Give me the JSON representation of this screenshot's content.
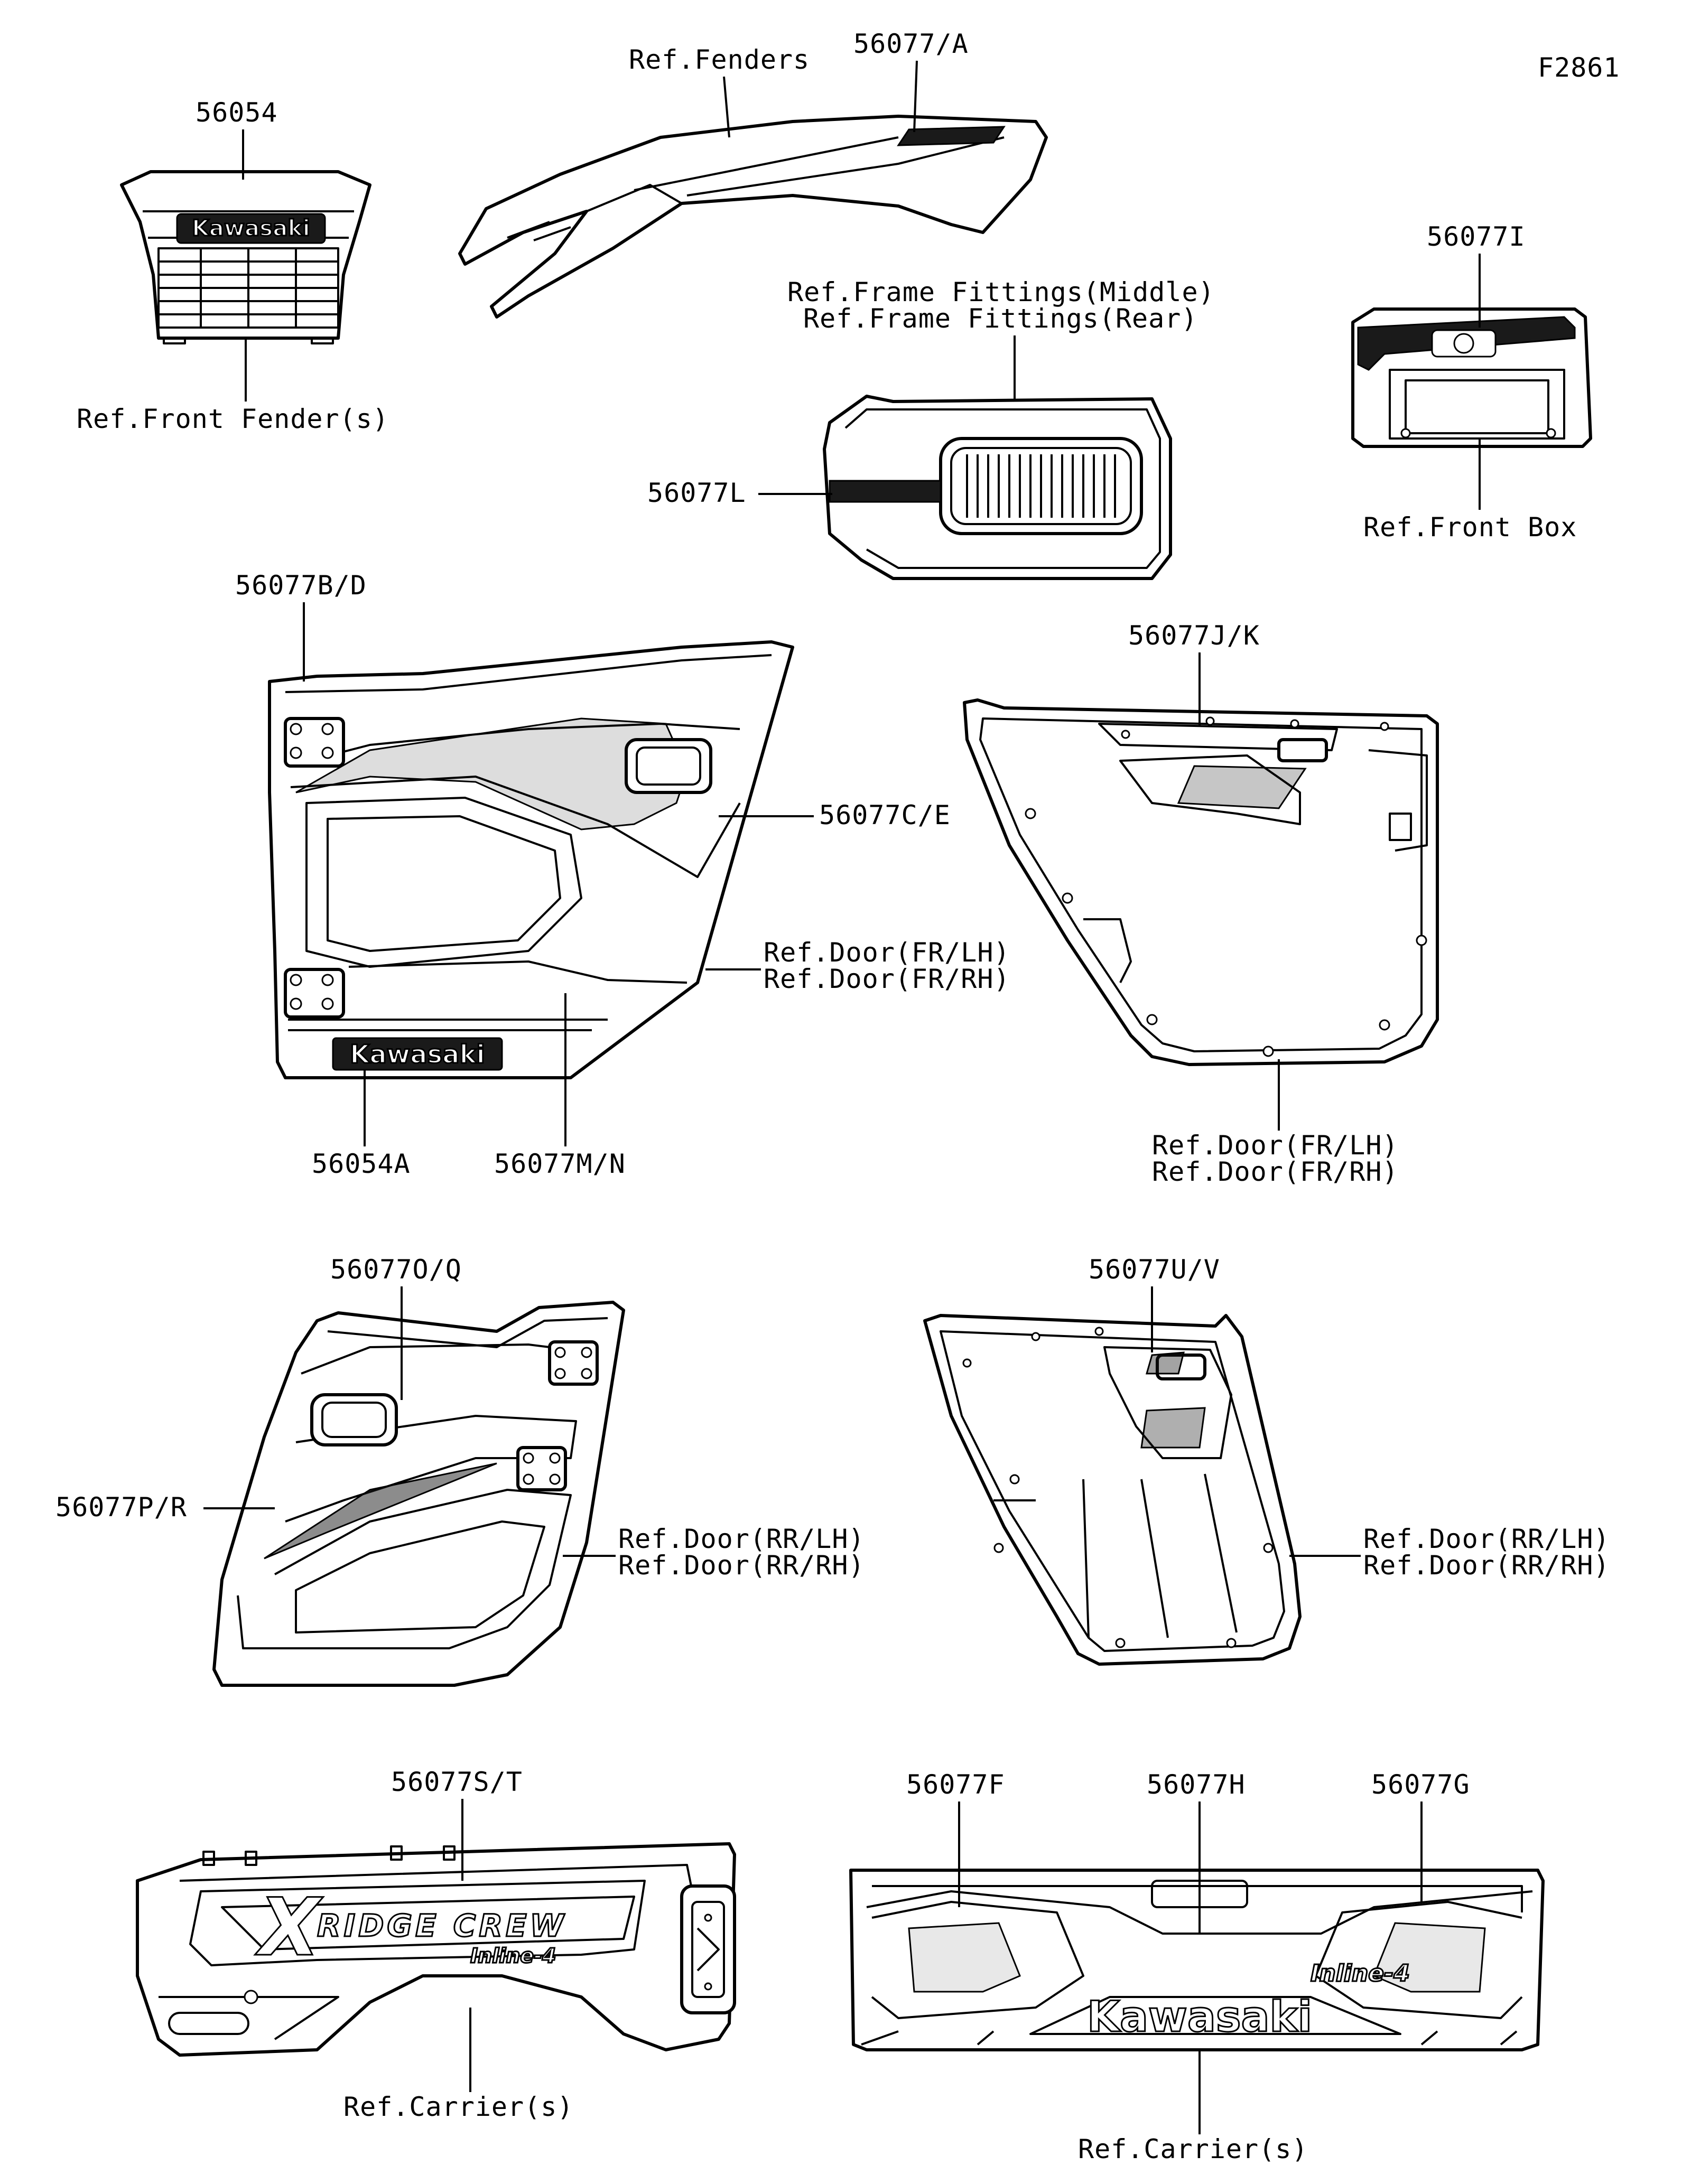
{
  "figure_code": "F2861",
  "labels": {
    "ref_fenders": "Ref.Fenders",
    "p_56077_a": "56077/A",
    "p_56054": "56054",
    "ref_front_fenders": "Ref.Front Fender(s)",
    "ref_frame_fittings_middle": "Ref.Frame Fittings(Middle)",
    "ref_frame_fittings_rear": "Ref.Frame Fittings(Rear)",
    "p_56077_l": "56077L",
    "p_56077_i": "56077I",
    "ref_front_box": "Ref.Front Box",
    "p_56077_b_d": "56077B/D",
    "p_56077_c_e": "56077C/E",
    "ref_door_fr_lh_1": "Ref.Door(FR/LH)",
    "ref_door_fr_rh_1": "Ref.Door(FR/RH)",
    "p_56054_a": "56054A",
    "p_56077_m_n": "56077M/N",
    "p_56077_j_k": "56077J/K",
    "ref_door_fr_lh_2": "Ref.Door(FR/LH)",
    "ref_door_fr_rh_2": "Ref.Door(FR/RH)",
    "p_56077_o_q": "56077O/Q",
    "p_56077_p_r": "56077P/R",
    "ref_door_rr_lh_1": "Ref.Door(RR/LH)",
    "ref_door_rr_rh_1": "Ref.Door(RR/RH)",
    "p_56077_u_v": "56077U/V",
    "ref_door_rr_lh_2": "Ref.Door(RR/LH)",
    "ref_door_rr_rh_2": "Ref.Door(RR/RH)",
    "p_56077_s_t": "56077S/T",
    "ref_carriers_1": "Ref.Carrier(s)",
    "p_56077_f": "56077F",
    "p_56077_h": "56077H",
    "p_56077_g": "56077G",
    "ref_carriers_2": "Ref.Carrier(s)"
  },
  "decals": {
    "brand_logo": "Kawasaki",
    "model_logo": "RIDGE CREW",
    "engine_badge": "Inline-4"
  }
}
